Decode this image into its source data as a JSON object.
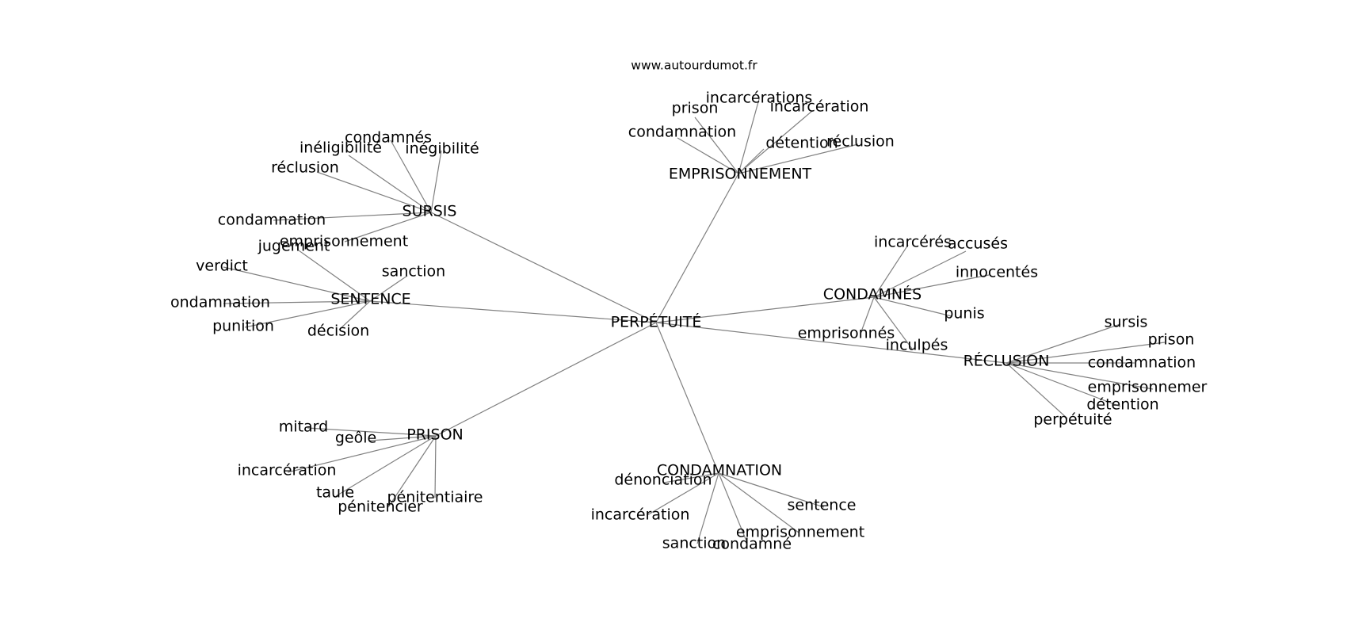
{
  "source": "www.autourdumot.fr",
  "center": "PERPÉTUITÉ",
  "clusters": [
    {
      "label": "SURSIS",
      "words": [
        "condamnés",
        "inéligibilité",
        "inégibilité",
        "réclusion",
        "condamnation",
        "emprisonnement"
      ]
    },
    {
      "label": "EMPRISONNEMENT",
      "words": [
        "incarcérations",
        "prison",
        "incarcération",
        "condamnation",
        "détention",
        "réclusion"
      ]
    },
    {
      "label": "SENTENCE",
      "words": [
        "jugement",
        "verdict",
        "sanction",
        "ondamnation",
        "punition",
        "décision"
      ]
    },
    {
      "label": "CONDAMNÉS",
      "words": [
        "incarcérés",
        "accusés",
        "innocentés",
        "punis",
        "emprisonnés",
        "inculpés"
      ]
    },
    {
      "label": "RÉCLUSION",
      "words": [
        "sursis",
        "prison",
        "condamnation",
        "emprisonnemer",
        "détention",
        "perpétuité"
      ]
    },
    {
      "label": "PRISON",
      "words": [
        "mitard",
        "geôle",
        "incarcération",
        "taule",
        "pénitencier",
        "pénitentiaire"
      ]
    },
    {
      "label": "CONDAMNATION",
      "words": [
        "dénonciation",
        "incarcération",
        "sanction",
        "condamné",
        "emprisonnement",
        "sentence"
      ]
    }
  ]
}
